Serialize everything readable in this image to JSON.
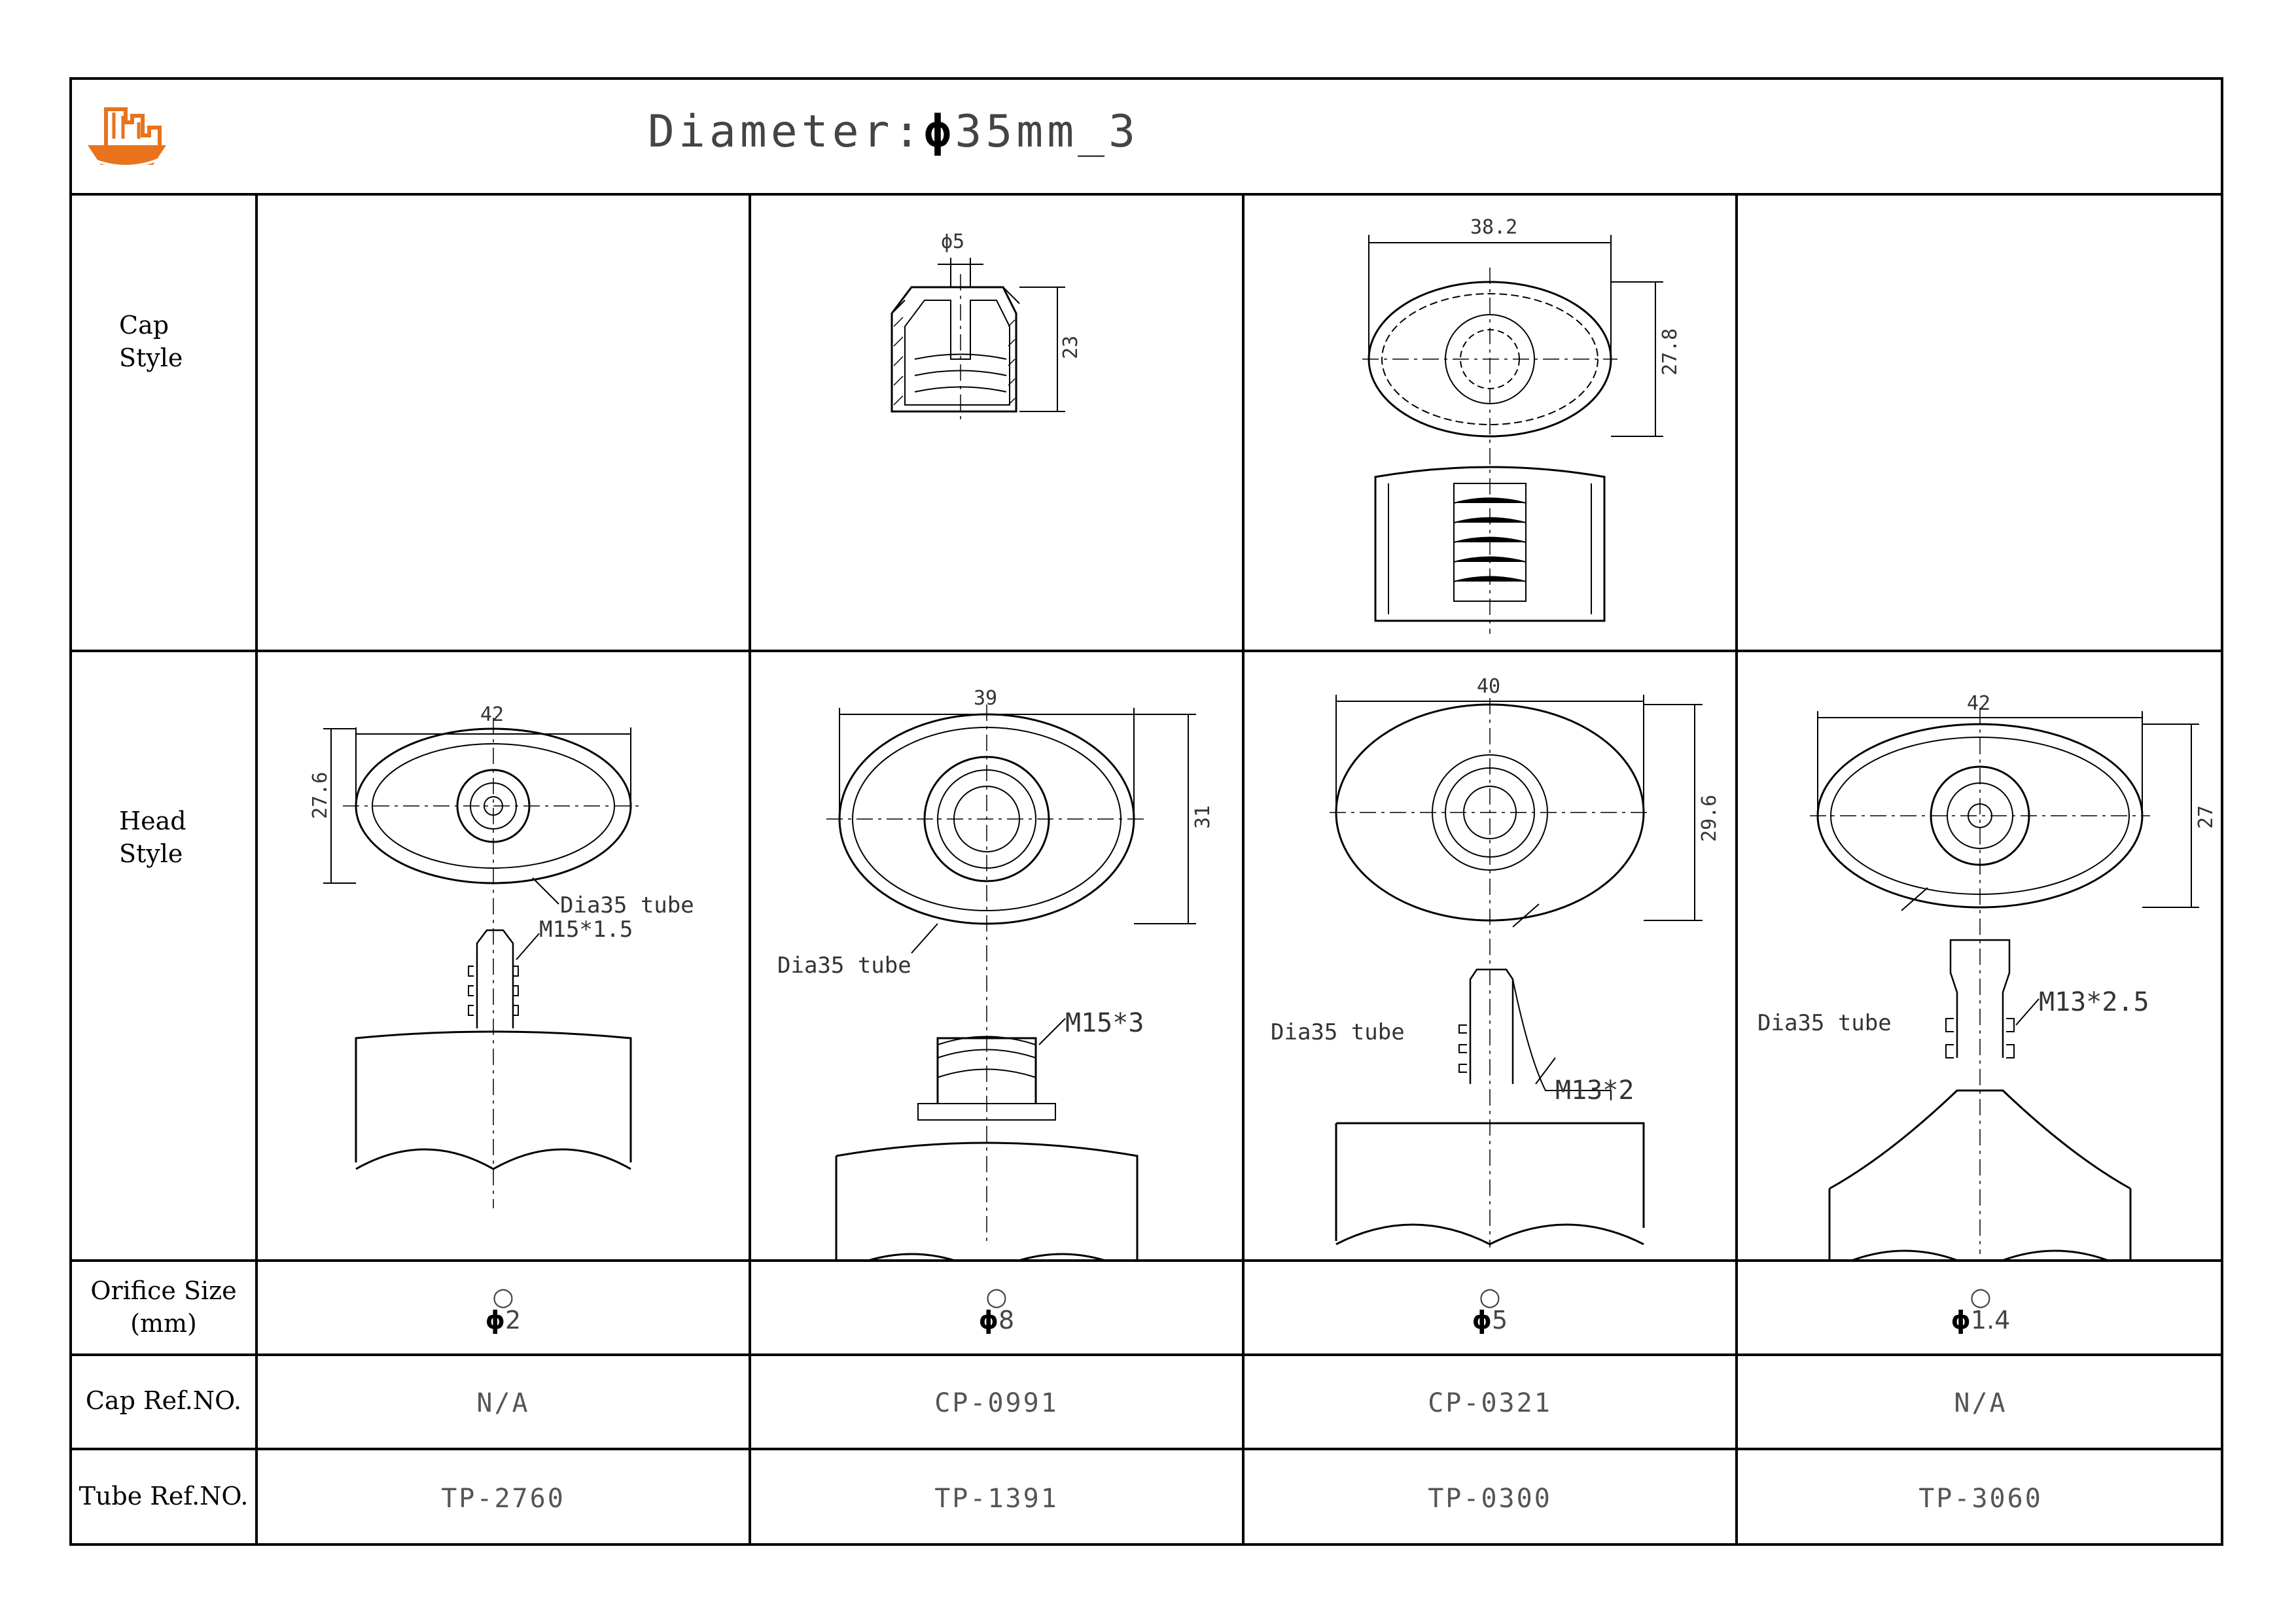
{
  "header": {
    "title_prefix": "Diameter:",
    "title_phi": "ϕ",
    "title_suffix": "35mm_3"
  },
  "rows": {
    "cap_style": [
      "Cap",
      "Style"
    ],
    "head_style": [
      "Head",
      "Style"
    ],
    "orifice": [
      "Orifice Size",
      "(mm)"
    ],
    "cap_ref": "Cap Ref.NO.",
    "tube_ref": "Tube Ref.NO."
  },
  "columns": [
    {
      "orifice": "2",
      "cap_ref": "N/A",
      "tube_ref": "TP-2760"
    },
    {
      "orifice": "8",
      "cap_ref": "CP-0991",
      "tube_ref": "TP-1391"
    },
    {
      "orifice": "5",
      "cap_ref": "CP-0321",
      "tube_ref": "TP-0300"
    },
    {
      "orifice": "1.4",
      "cap_ref": "N/A",
      "tube_ref": "TP-3060"
    }
  ],
  "orifice_symbol": "○",
  "phi": "ϕ",
  "drawings": {
    "cap2": {
      "dim_top": "ϕ5",
      "dim_side": "23"
    },
    "cap3": {
      "dim_top": "38.2",
      "dim_side": "27.8"
    },
    "head1": {
      "width": "42",
      "height": "27.6",
      "tube": "Dia35  tube",
      "thread": "M15*1.5"
    },
    "head2": {
      "width": "39",
      "height": "31",
      "tube": "Dia35  tube",
      "thread": "M15*3"
    },
    "head3": {
      "width": "40",
      "height": "29.6",
      "tube": "Dia35  tube",
      "thread": "M13*2"
    },
    "head4": {
      "width": "42",
      "height": "27",
      "tube": "Dia35  tube",
      "thread": "M13*2.5"
    }
  },
  "colors": {
    "logo": "#e8731c",
    "line": "#000000",
    "text": "#555555"
  }
}
